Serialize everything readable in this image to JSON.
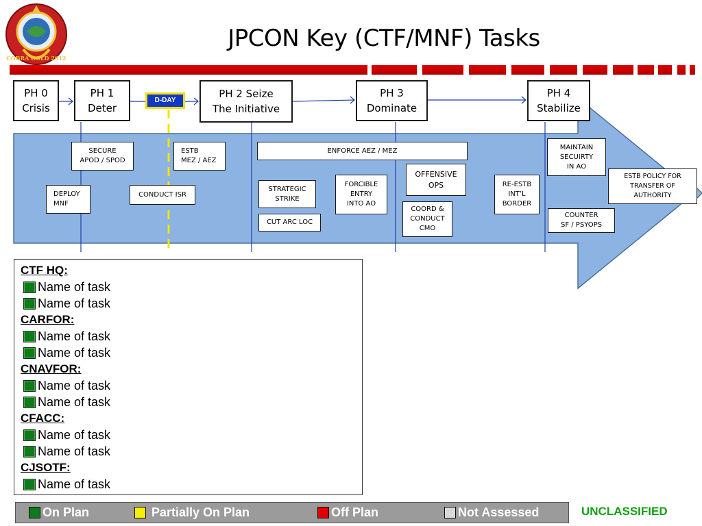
{
  "title": "JPCON Key (CTF/MNF) Tasks",
  "logo": {
    "text": "COBRA GOLD 2012",
    "label": "COBRA GOLD 2012"
  },
  "phases": [
    {
      "line1": "PH 0",
      "line2": "Crisis"
    },
    {
      "line1": "PH 1",
      "line2": "Deter"
    },
    {
      "line1": "PH 2 Seize",
      "line2": "The Initiative"
    },
    {
      "line1": "PH 3",
      "line2": "Dominate"
    },
    {
      "line1": "PH 4",
      "line2": "Stabilize"
    }
  ],
  "dday": "D-DAY",
  "tasks": {
    "secure": [
      "SECURE",
      "APOD / SPOD"
    ],
    "estb_mez": [
      "ESTB",
      "MEZ / AEZ"
    ],
    "enforce": "ENFORCE AEZ / MEZ",
    "maintain": [
      "MAINTAIN",
      "SECUIRTY",
      "IN AO"
    ],
    "estb_policy": [
      "ESTB POLICY FOR",
      "TRANSFER OF",
      "AUTHORITY"
    ],
    "offensive": [
      "OFFENSIVE",
      "OPS"
    ],
    "forcible": [
      "FORCIBLE",
      "ENTRY",
      "INTO AO"
    ],
    "reestb": [
      "RE-ESTB",
      "INT’L",
      "BORDER"
    ],
    "deploy": [
      "DEPLOY",
      "MNF"
    ],
    "isr": "CONDUCT ISR",
    "strategic": [
      "STRATEGIC",
      "STRIKE"
    ],
    "coord": [
      "COORD &",
      "CONDUCT",
      "CMO"
    ],
    "counter": [
      "COUNTER",
      "SF / PSYOPS"
    ],
    "cutarc": "CUT ARC LOC"
  },
  "task_list": [
    {
      "org": "CTF HQ:",
      "items": [
        "Name of task",
        "Name of task"
      ]
    },
    {
      "org": "CARFOR:",
      "items": [
        "Name of task",
        "Name of task"
      ]
    },
    {
      "org": "CNAVFOR:",
      "items": [
        "Name of task",
        "Name of task"
      ]
    },
    {
      "org": "CFACC:",
      "items": [
        "Name of task",
        "Name of task"
      ]
    },
    {
      "org": "CJSOTF:",
      "items": [
        "Name of task"
      ]
    }
  ],
  "legend": {
    "on_plan": "On Plan",
    "partial": "Partially On Plan",
    "off_plan": "Off Plan",
    "not_assessed": "Not Assessed"
  },
  "classification": "UNCLASSIFIED",
  "colors": {
    "on_plan": "#0e7a1c",
    "partial": "#f5f000",
    "off_plan": "#e00000",
    "not_assessed": "#d9d9d9",
    "band": "#8db3e2",
    "accent_red": "#c00000",
    "classification": "#12a012"
  }
}
